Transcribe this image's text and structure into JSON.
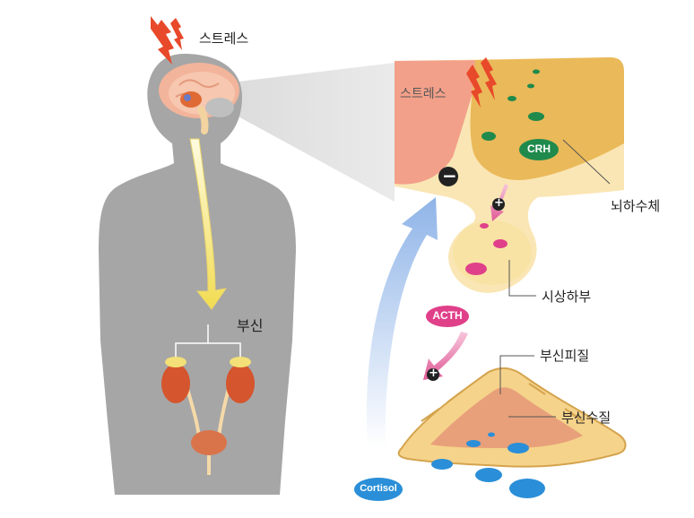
{
  "labels": {
    "stress_left": "스트레스",
    "stress_right": "스트레스",
    "adrenal": "부신",
    "pituitary": "뇌하수체",
    "hypothalamus": "시상하부",
    "adrenal_cortex": "부신피질",
    "adrenal_medulla": "부신수질"
  },
  "hormones": {
    "crh": "CRH",
    "acth": "ACTH",
    "cortisol": "Cortisol"
  },
  "signs": {
    "negative": "−",
    "positive": "+"
  },
  "colors": {
    "body": "#a6a6a6",
    "brain": "#f2b49a",
    "kidney": "#d5552e",
    "crh": "#1f8a4c",
    "acth": "#e0408a",
    "cortisol": "#2a8fd8",
    "lightning": "#e8492a",
    "feedback_arrow": "#a9c7ee",
    "body_arrow": "#f4e37a"
  }
}
